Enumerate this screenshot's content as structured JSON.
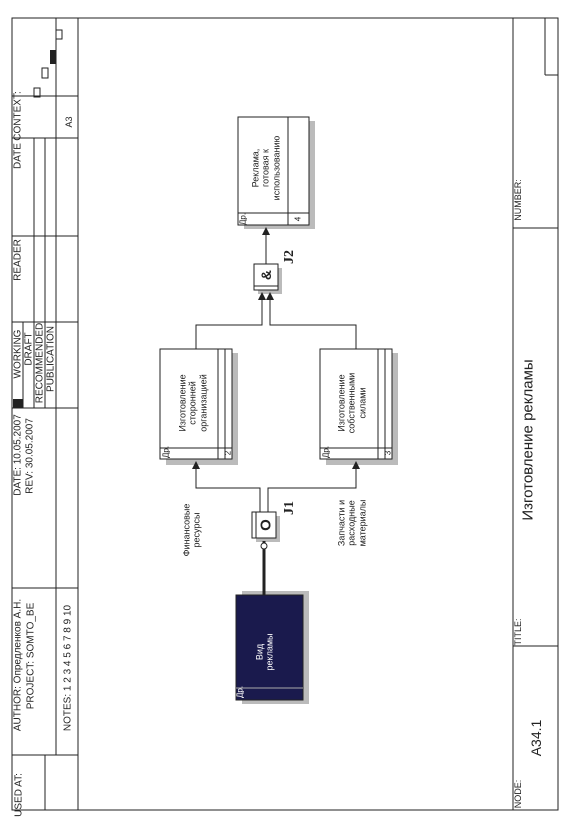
{
  "header": {
    "used_at": "USED AT:",
    "author": "AUTHOR:  Опредленков А.Н.",
    "project": "PROJECT:  SOMTO_BE",
    "notes": "NOTES:  1  2  3  4  5  6  7  8  9  10",
    "date": "DATE:  10.05.2007",
    "rev": "REV:   30.05.2007",
    "working": "WORKING",
    "draft": "DRAFT",
    "recommended": "RECOMMENDED",
    "publication": "PUBLICATION",
    "reader": "READER",
    "date2": "DATE",
    "context": "CONTEXT:",
    "a3": "A3"
  },
  "footer": {
    "node_label": "NODE:",
    "node_value": "A34.1",
    "title_label": "TITLE:",
    "title_value": "Изготовление  рекламы",
    "number_label": "NUMBER:"
  },
  "diagram": {
    "boxes": [
      {
        "text": "Вид\nрекламы",
        "dr": "Др.",
        "num": ""
      },
      {
        "text": "Изготовление\nсторонней\nорганизацией",
        "dr": "Др.",
        "num": "2"
      },
      {
        "text": "Изготовление\nсобственными\nсилами",
        "dr": "Др.",
        "num": "3"
      },
      {
        "text": "Реклама,\nготовая к\nиспользованию",
        "dr": "Др.",
        "num": "4"
      }
    ],
    "junctions": [
      {
        "symbol": "O",
        "label": "J1"
      },
      {
        "symbol": "&",
        "label": "J2"
      }
    ],
    "arrow_labels": {
      "finance": "Финансовые\nресурсы",
      "materials": "Запчасти и\nрасходные\nматериалы"
    }
  }
}
